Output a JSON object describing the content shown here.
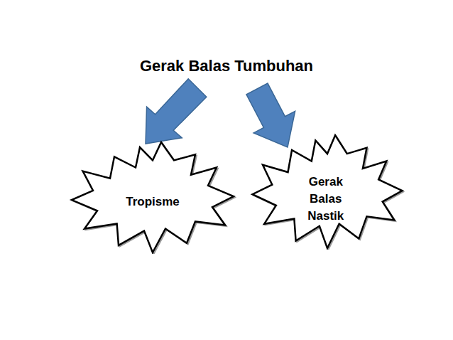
{
  "diagram": {
    "title": "Gerak Balas Tumbuhan",
    "nodes": [
      {
        "text": [
          "Tropisme"
        ]
      },
      {
        "text": [
          "Gerak Balas Nastik"
        ]
      }
    ]
  }
}
